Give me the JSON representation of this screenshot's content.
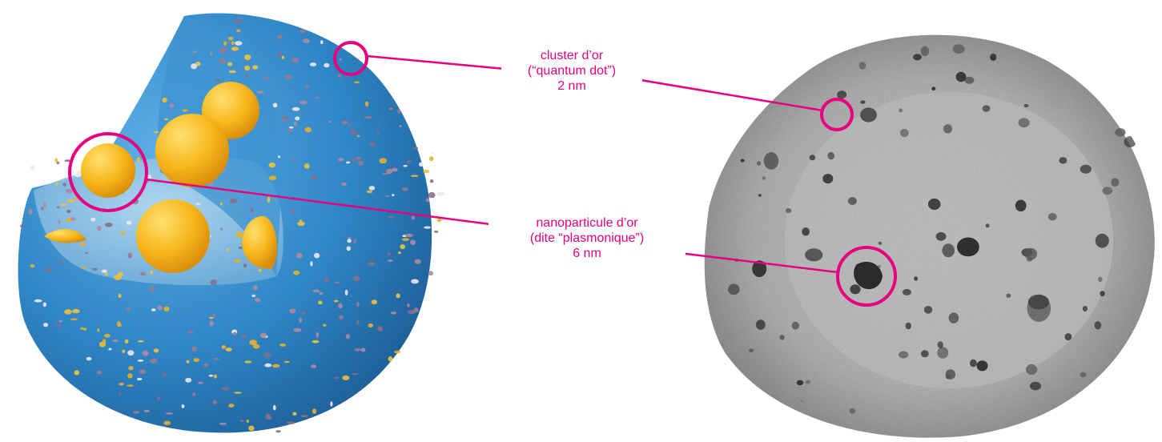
{
  "colors": {
    "accent": "#e6007e",
    "shell_blue": "#2f86c6",
    "gold": "#f5b21f",
    "tem_gray": "#9a9a9a"
  },
  "labels": {
    "cluster": {
      "line1": "cluster d’or",
      "line2": "(“quantum dot”)",
      "line3": "2 nm"
    },
    "nanoparticle": {
      "line1": "nanoparticule d’or",
      "line2": "(dite “plasmonique”)",
      "line3": "6 nm"
    }
  }
}
